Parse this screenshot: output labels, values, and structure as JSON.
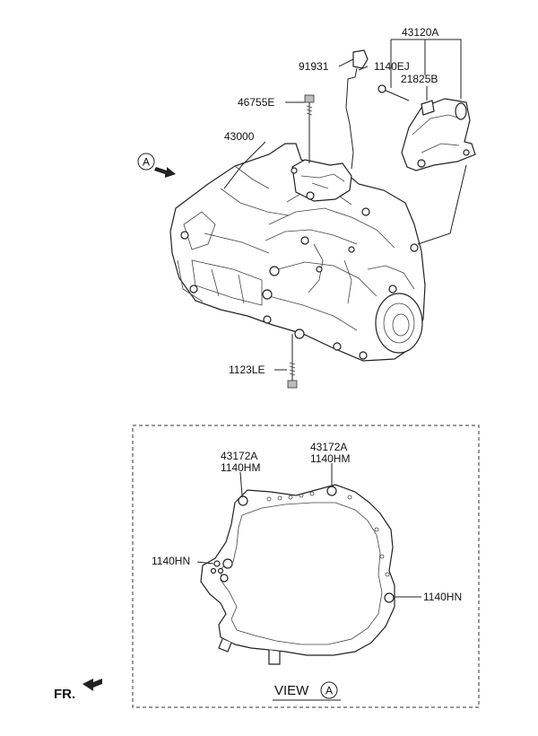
{
  "labels": {
    "mount_bracket": "43120A",
    "bracket_bolt": "1140EJ",
    "bushing": "21825B",
    "cable_clip": "91931",
    "stud_bolt": "46755E",
    "transaxle": "43000",
    "drain_bolt": "1123LE"
  },
  "view_marker": {
    "letter": "A"
  },
  "view_box": {
    "title_prefix": "VIEW",
    "title_letter": "A",
    "top_left_label_1": "43172A",
    "top_left_label_2": "1140HM",
    "top_center_label_1": "43172A",
    "top_center_label_2": "1140HM",
    "left_label": "1140HN",
    "right_label": "1140HN"
  },
  "front_indicator": {
    "text": "FR."
  },
  "colors": {
    "line": "#222222",
    "shade": "#bdbdbd",
    "background": "#ffffff"
  }
}
